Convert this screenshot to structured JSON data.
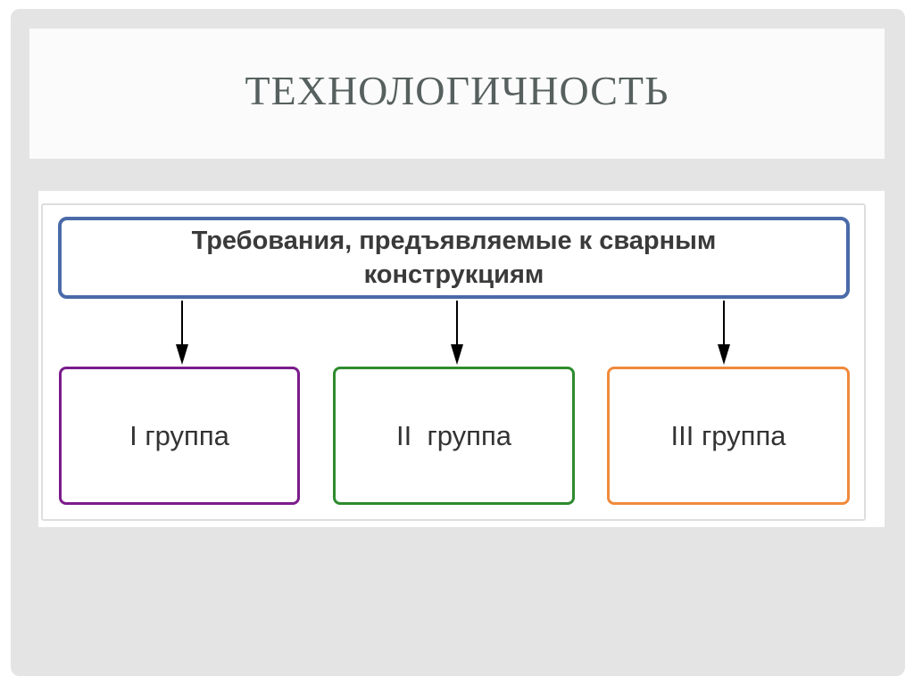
{
  "slide": {
    "title": "ТЕХНОЛОГИЧНОСТЬ"
  },
  "diagram": {
    "root": {
      "label": "Требования, предъявляемые к сварным\nконструкциям",
      "border_color": "#4a6aa8"
    },
    "groups": [
      {
        "label": "I группа",
        "border_color": "#7b1c8c"
      },
      {
        "label": "II  группа",
        "border_color": "#2e8b2e"
      },
      {
        "label": "III группа",
        "border_color": "#f08a3c"
      }
    ],
    "arrow_color": "#000000"
  }
}
